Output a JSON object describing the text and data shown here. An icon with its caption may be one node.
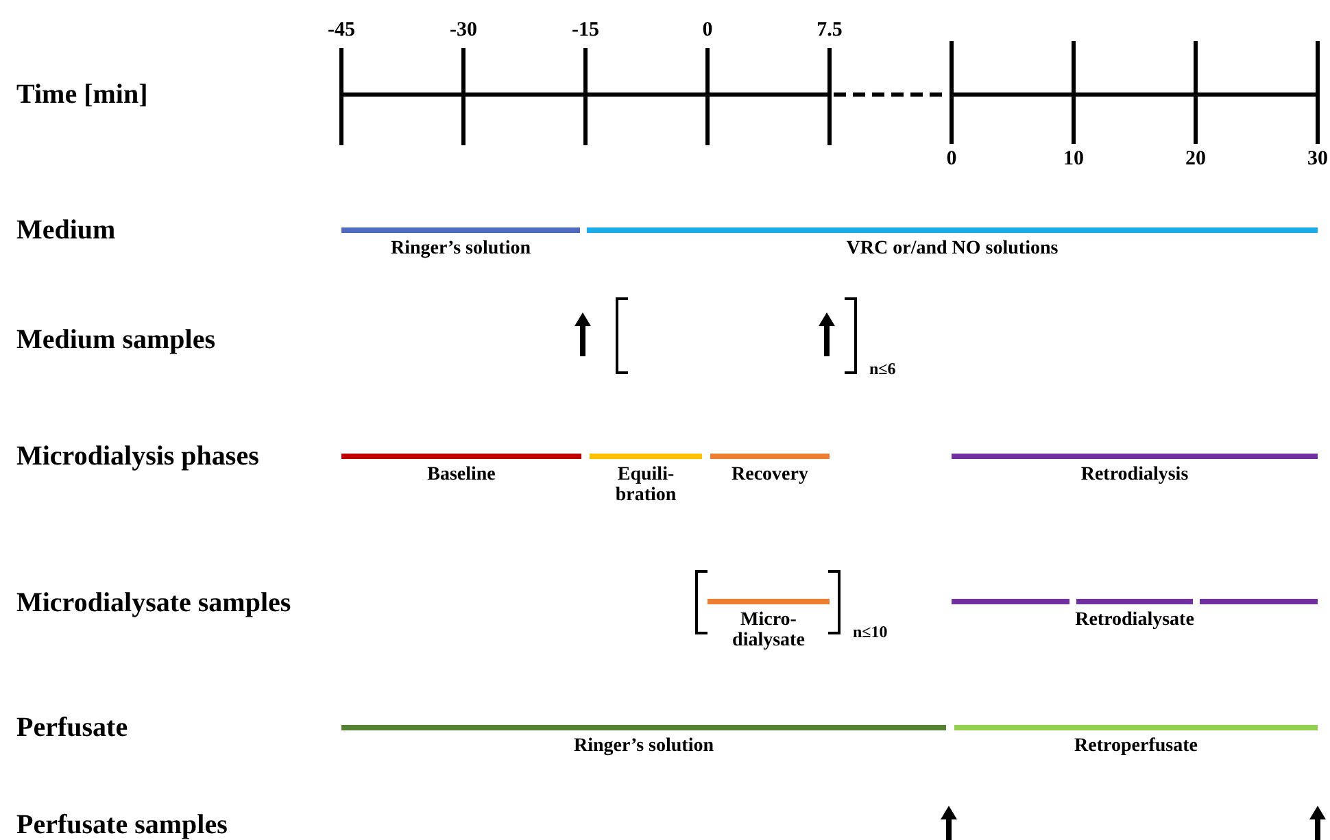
{
  "diagram": {
    "nodes": [
      {
        "text": [
          "Ringer’s solution"
        ]
      },
      {
        "text": [
          "VRC or/and NO solutions"
        ]
      },
      {
        "text": [
          "Baseline"
        ]
      },
      {
        "text": [
          "Equili-bration"
        ]
      },
      {
        "text": [
          "Recovery"
        ]
      },
      {
        "text": [
          "Retrodialysis"
        ]
      },
      {
        "text": [
          "Micro-dialysate"
        ]
      },
      {
        "text": [
          "Retrodialysate"
        ]
      },
      {
        "text": [
          "Ringer’s solution"
        ]
      },
      {
        "text": [
          "Retroperfusate"
        ]
      }
    ],
    "labels": [
      "Time [min]",
      "-45",
      "-30",
      "-15",
      "0",
      "7.5",
      "0",
      "10",
      "20",
      "30",
      "Medium",
      "Medium samples",
      "n≤6",
      "Microdialysis phases",
      "Microdialysate samples",
      "n≤10",
      "Perfusate",
      "Perfusate samples"
    ]
  }
}
